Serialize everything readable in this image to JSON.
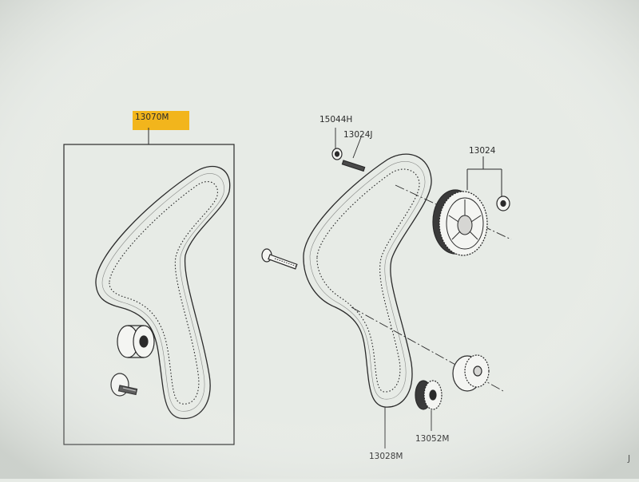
{
  "parts": {
    "kit": "13070M",
    "bolt_top": "15044H",
    "stud": "13024J",
    "sprocket": "13024",
    "belt": "13028M",
    "crank_sprocket": "13052M",
    "corner": "J"
  },
  "colors": {
    "paper": "#e7ebe6",
    "ink": "#2a2a2a",
    "highlight": "#f2b51c"
  }
}
